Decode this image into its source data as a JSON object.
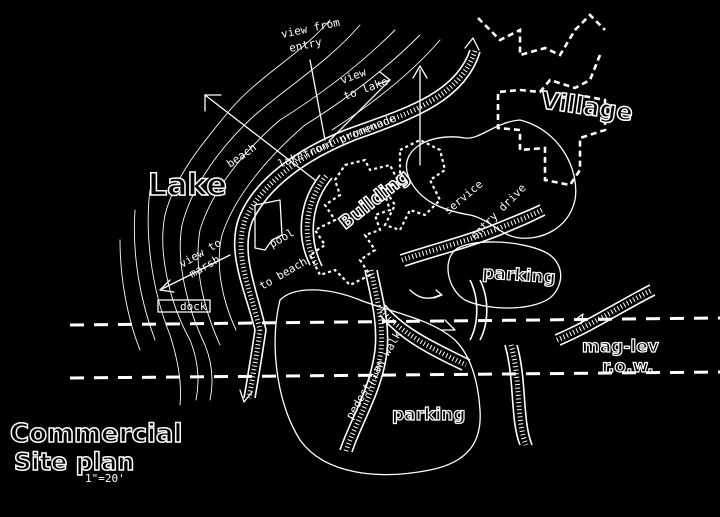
{
  "labels": {
    "view_from_entry_line1": "view from",
    "view_from_entry_line2": "entry",
    "view_to_lake_line1": "view",
    "view_to_lake_line2": "to lake",
    "lake": "Lake",
    "village": "Village",
    "building": "Building",
    "parking_upper": "parking",
    "parking_lower": "parking",
    "maglev_line1": "mag-lev",
    "maglev_line2": "r.o.w.",
    "commercial_line1": "Commercial",
    "commercial_line2": "Site plan",
    "scale_note": "1\"=20'",
    "beach": "beach",
    "lakefront_promenade": "lakefront promenade",
    "pool": "pool",
    "view_to_marsh_line1": "view to",
    "view_to_marsh_line2": "marsh",
    "dock": "dock",
    "to_beach": "to beach",
    "service": "service",
    "entry_drive": "entry drive",
    "pedestrian_walk": "pedestrian walk"
  },
  "colors": {
    "background": "#000000",
    "ink": "#ffffff"
  }
}
